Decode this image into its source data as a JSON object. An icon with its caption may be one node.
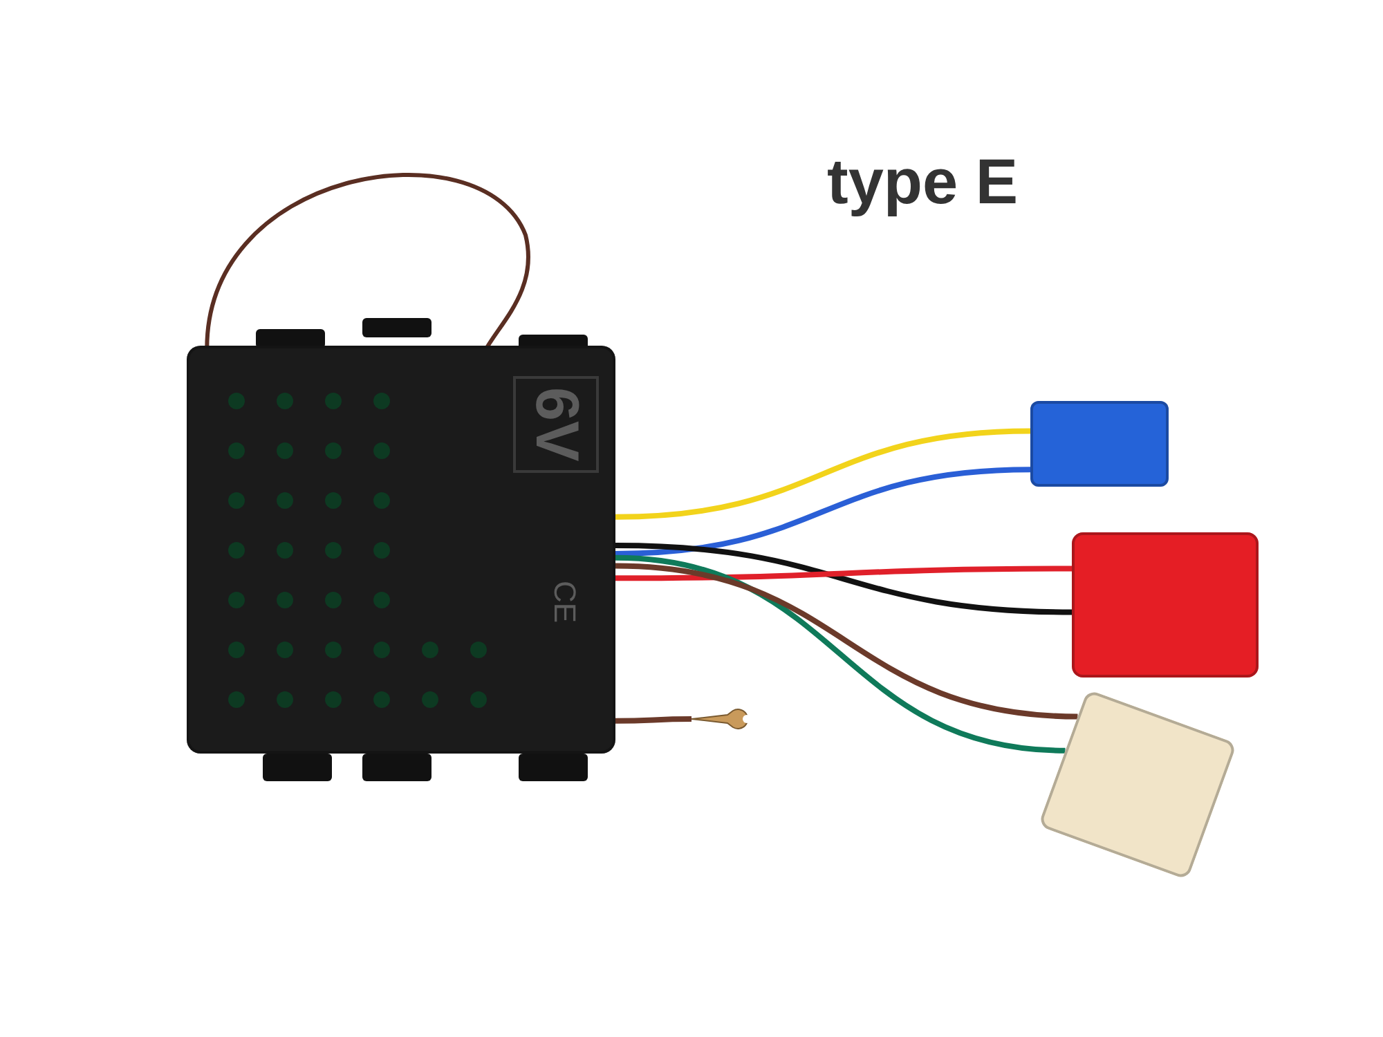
{
  "diagram": {
    "title": "type E",
    "nodes": [
      {
        "text": [
          "6V",
          "CE"
        ]
      },
      {
        "text": [],
        "shape": "box"
      },
      {
        "text": [],
        "shape": "box"
      },
      {
        "text": [],
        "shape": "box"
      },
      {
        "text": [],
        "shape": "picture"
      }
    ],
    "edges": [
      {
        "from": 0,
        "to": 1,
        "arrow": "none",
        "color": "#f2d31b"
      },
      {
        "from": 0,
        "to": 1,
        "arrow": "none",
        "color": "#2a5fd6"
      },
      {
        "from": 0,
        "to": 2,
        "arrow": "none",
        "color": "#111111"
      },
      {
        "from": 0,
        "to": 2,
        "arrow": "none",
        "color": "#e0202a"
      },
      {
        "from": 0,
        "to": 3,
        "arrow": "none",
        "color": "#0f7a5a"
      },
      {
        "from": 0,
        "to": 3,
        "arrow": "none",
        "color": "#6b3a2a"
      },
      {
        "from": 0,
        "to": 4,
        "arrow": "none",
        "color": "#6b3a2a"
      }
    ]
  }
}
